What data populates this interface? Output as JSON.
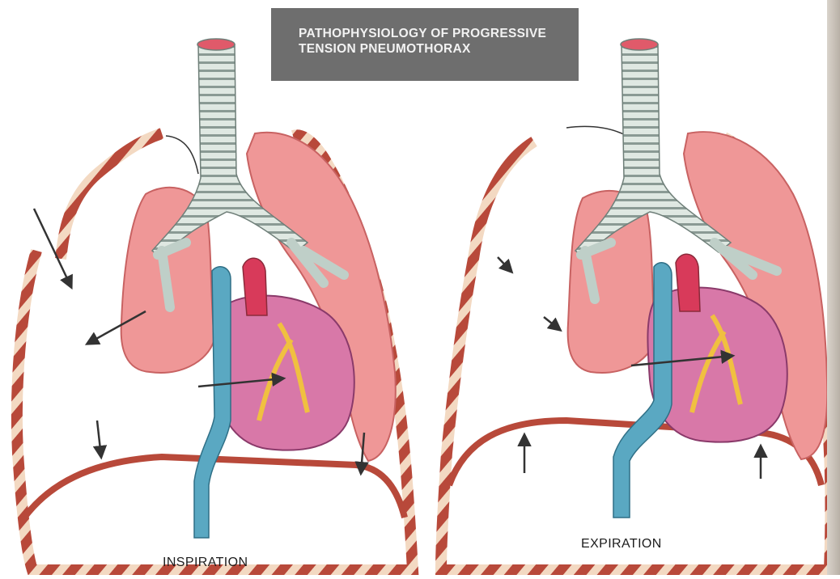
{
  "title": {
    "line1": "PATHOPHYSIOLOGY OF PROGRESSIVE",
    "line2": "TENSION PNEUMOTHORAX"
  },
  "panels": {
    "left": {
      "caption": "INSPIRATION"
    },
    "right": {
      "caption": "EXPIRATION"
    }
  },
  "colors": {
    "lung": "#ef9797",
    "lung_edge": "#c86262",
    "chest_wall": "#b8493a",
    "rib": "#f3d9c2",
    "trachea": "#c8d8d0",
    "heart": "#d878a8",
    "aorta": "#d83a5a",
    "vein": "#5aa8c2",
    "fat": "#f0c040",
    "title_box": "#6e6e6e",
    "arrow": "#333333"
  }
}
